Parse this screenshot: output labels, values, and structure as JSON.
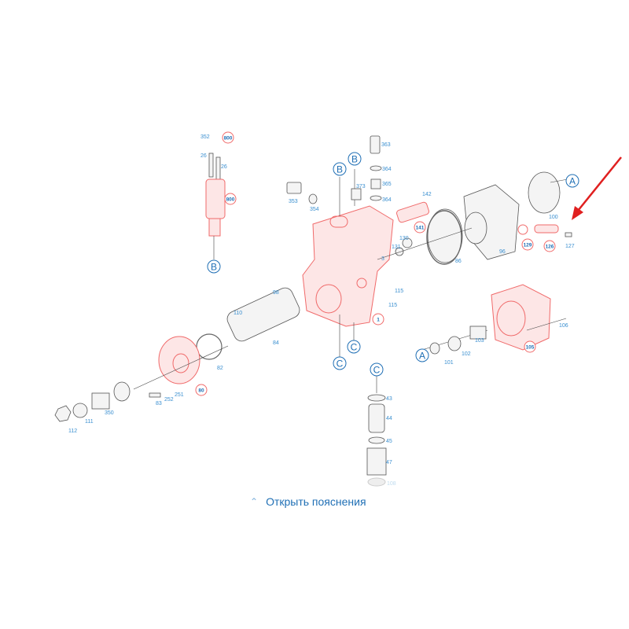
{
  "callouts": {
    "c352": "352",
    "c800a": "800",
    "c26a": "26",
    "c26b": "26",
    "c800b": "800",
    "c373": "373",
    "c363": "363",
    "c364a": "364",
    "c365": "365",
    "c364b": "364",
    "c353": "353",
    "c354": "354",
    "c142": "142",
    "c141": "141",
    "c130": "130",
    "c131": "131",
    "c3": "3",
    "c86": "86",
    "c96": "96",
    "c100": "100",
    "c129": "129",
    "c126": "126",
    "c127": "127",
    "c115a": "115",
    "c115b": "115",
    "c98": "98",
    "c110": "110",
    "c84": "84",
    "c1": "1",
    "c82": "82",
    "c80": "80",
    "c251": "251",
    "c252": "252",
    "c83": "83",
    "c350": "350",
    "c111": "111",
    "c112": "112",
    "c43": "43",
    "c44": "44",
    "c45": "45",
    "c47": "47",
    "c108": "108",
    "c101": "101",
    "c102": "102",
    "c103": "103",
    "c106": "106",
    "c105": "105"
  },
  "refs": {
    "A": "A",
    "B": "B",
    "C": "C"
  },
  "expand_link": {
    "label": "Открыть пояснения",
    "icon": "chevron-up-icon"
  },
  "colors": {
    "highlight": "#f06a6a",
    "label": "#3a8fd0",
    "link": "#1f6fb5",
    "arrow": "#e02020"
  }
}
